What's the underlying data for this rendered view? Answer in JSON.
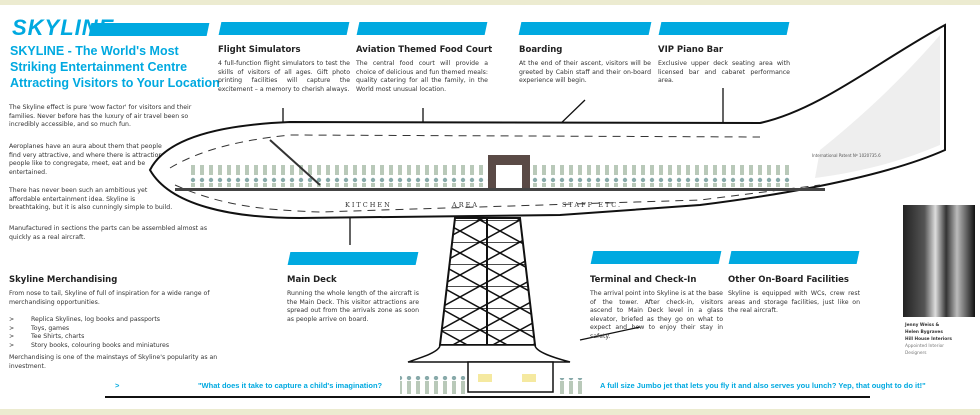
{
  "logo": "SKYLINE",
  "title": "SKYLINE - The World's Most Striking Entertainment Centre Attracting Visitors to Your Location",
  "intro": [
    "The Skyline effect is pure 'wow factor' for visitors and their families. Never before has the luxury of air travel been so incredibly accessible, and so much fun.",
    "Aeroplanes have an aura about them that people find very attractive, and where there is attraction, people like to congregate, meet, eat and be entertained.",
    "There has never been such an ambitious yet affordable entertainment idea.  Skyline is breathtaking, but it is also cunningly simple to build.",
    "Manufactured in sections the parts can be assembled almost as quickly as a real aircraft."
  ],
  "merch": {
    "heading": "Skyline Merchandising",
    "intro": "From nose to tail, Skyline of full of inspiration for a wide range of merchandising opportunities.",
    "bullet": ">",
    "items": [
      "Replica Skylines, log books and passports",
      "Toys, games",
      "Tee Shirts, charts",
      "Story books, colouring books and miniatures"
    ],
    "outro": "Merchandising is one of the mainstays of Skyline's popularity as an investment."
  },
  "sections": {
    "flight": {
      "heading": "Flight Simulators",
      "body": "4 full-function flight simulators to test the skills of visitors of all ages.  Gift photo printing facilities will capture the excitement – a memory to cherish always."
    },
    "food": {
      "heading": "Aviation Themed Food Court",
      "body": "The central food court will provide a choice of delicious and fun themed meals: quality catering for all the family, in the World most unusual location."
    },
    "boarding": {
      "heading": "Boarding",
      "body": "At the end of their ascent, visitors will be greeted by Cabin staff and their on-board experience will begin."
    },
    "vip": {
      "heading": "VIP Piano Bar",
      "body": "Exclusive upper deck seating area with licensed bar and cabaret performance area."
    },
    "main": {
      "heading": "Main Deck",
      "body": "Running the whole length of the aircraft is the Main Deck. This visitor attractions are spread out from the arrivals zone as soon as people arrive on board."
    },
    "terminal": {
      "heading": "Terminal and Check-In",
      "body": "The arrival point into Skyline is at the base of the tower.  After check-in, visitors ascend to Main Deck level in a glass elevator, briefed as they go on what to expect and how to enjoy their stay in safety."
    },
    "other": {
      "heading": "Other On-Board Facilities",
      "body": "Skyline is equipped with WCs, crew rest areas and storage facilities, just like on the real aircraft."
    }
  },
  "plane": {
    "kitchen": "KITCHEN",
    "area": "AREA",
    "staff": "STAFF ETC.",
    "patent": "International Patent Nº 1020735.6"
  },
  "designers": {
    "names": [
      "Jenny Weiss &",
      "Helen Bygraves",
      "Hill House Interiors"
    ],
    "role": "Appointed Interior Designers"
  },
  "footer": {
    "arrow": ">",
    "quote1": "\"What does it take to capture a child's imagination?",
    "quote2": "A full size Jumbo jet that lets you fly it and also serves you lunch?  Yep, that ought to do it!\""
  },
  "colors": {
    "accent": "#00a9e0",
    "edge": "#ecebd0"
  }
}
